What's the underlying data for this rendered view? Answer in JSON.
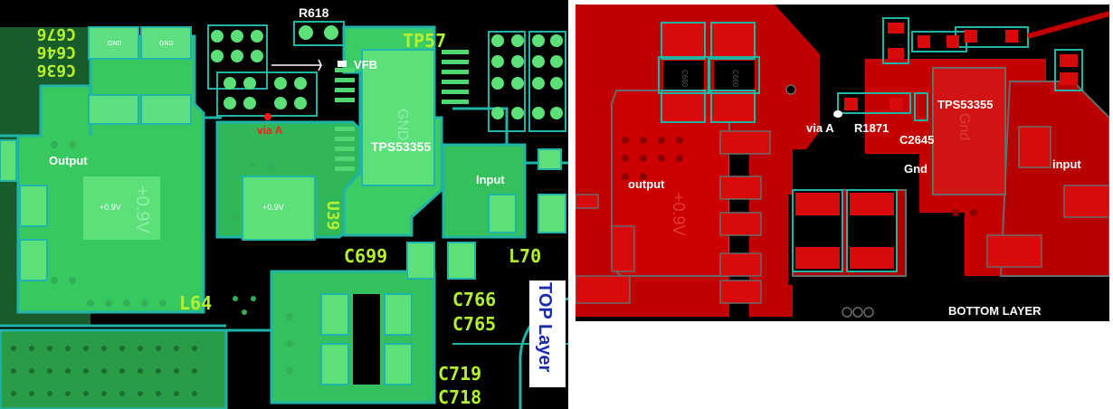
{
  "top_layer": {
    "title": "TOP Layer",
    "colors": {
      "board": "#000000",
      "copper": "#32c35a",
      "copper_light": "#5ce07a",
      "outline": "#20b4a8",
      "silk": "#b4f032",
      "label": "#ffffff",
      "marker": "#ff1a1a",
      "title": "#1b2aa8"
    },
    "labels": {
      "output": "Output",
      "input": "Input",
      "via": "via A",
      "vfb": "VFB",
      "ic": "TPS53355",
      "gnd": "GND",
      "net_09v": "+0.9V",
      "net_09v_small": "+0.9V"
    },
    "refdes": [
      "R618",
      "TP57",
      "C676",
      "C646",
      "C636",
      "L64",
      "U39",
      "C699",
      "L70",
      "C766",
      "C765",
      "C719",
      "C718"
    ]
  },
  "bottom_layer": {
    "title": "BOTTOM LAYER",
    "colors": {
      "board": "#000000",
      "copper": "#c40000",
      "copper_bright": "#e81010",
      "outline": "#1fb5a5",
      "silk": "#585858",
      "label": "#ffffff"
    },
    "labels": {
      "output": "output",
      "input": "input",
      "via": "via A",
      "ic": "TPS53355",
      "resistor": "R1871",
      "capacitor": "C2645",
      "gnd": "Gnd",
      "net_09v": "+0.9V"
    }
  }
}
